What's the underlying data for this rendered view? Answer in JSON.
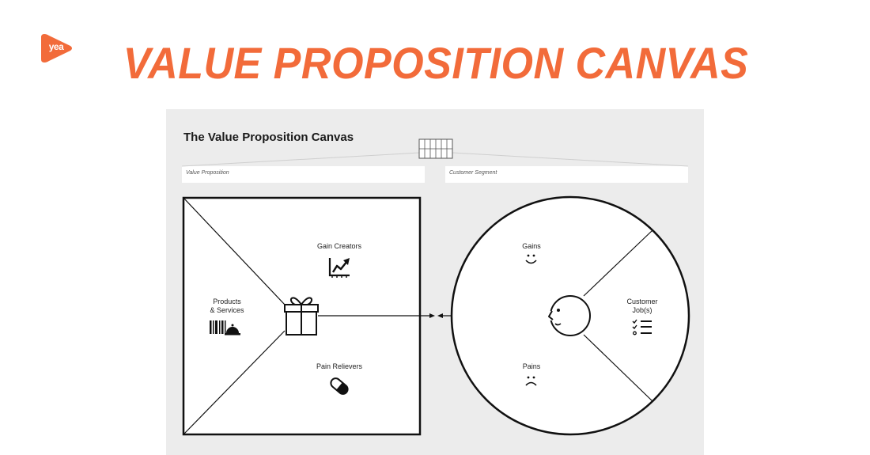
{
  "header": {
    "logo_text": "yea",
    "title": "VALUE PROPOSITION CANVAS"
  },
  "canvas": {
    "heading": "The Value Proposition Canvas",
    "value_proposition_label": "Value Proposition",
    "customer_segment_label": "Customer Segment"
  },
  "value_map": {
    "gain_creators": "Gain Creators",
    "products_services_line1": "Products",
    "products_services_line2": "& Services",
    "pain_relievers": "Pain Relievers"
  },
  "customer_profile": {
    "gains": "Gains",
    "customer_jobs_line1": "Customer",
    "customer_jobs_line2": "Job(s)",
    "pains": "Pains"
  },
  "icons": {
    "logo": "play-badge-logo",
    "gain_creators": "growth-chart-icon",
    "products_services": "barcode-and-service-bell-icon",
    "center_square": "gift-icon",
    "pain_relievers": "pill-icon",
    "gains": "smile-icon",
    "pains": "frown-icon",
    "customer_jobs": "checklist-icon",
    "center_circle": "face-profile-icon"
  },
  "colors": {
    "accent": "#f26b3a",
    "panel_background": "#ececec",
    "stroke": "#111111"
  }
}
